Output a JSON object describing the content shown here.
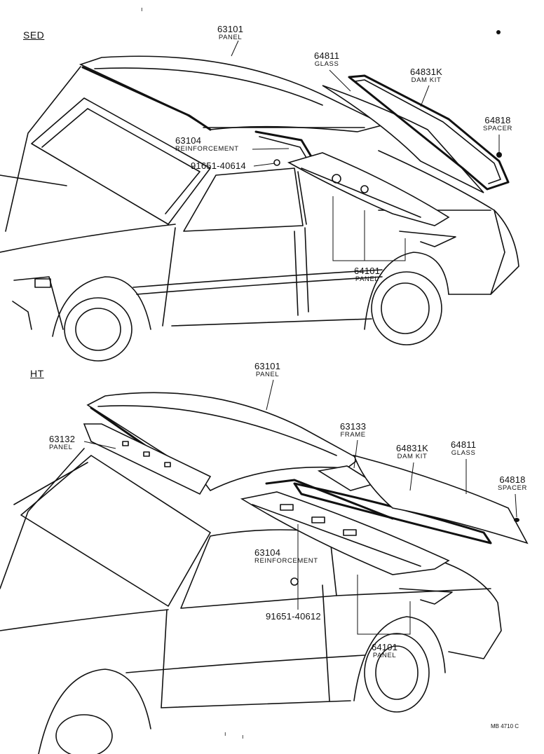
{
  "figure": {
    "top_mark": "ı",
    "bottom_marks": [
      "ı",
      "ı"
    ],
    "code": "MB 4710 C"
  },
  "sections": [
    {
      "title": "SED",
      "labels": [
        {
          "id": "sed-63101",
          "number": "63101",
          "desc": "PANEL"
        },
        {
          "id": "sed-64811",
          "number": "64811",
          "desc": "GLASS"
        },
        {
          "id": "sed-64831k",
          "number": "64831K",
          "desc": "DAM KIT"
        },
        {
          "id": "sed-64818",
          "number": "64818",
          "desc": "SPACER"
        },
        {
          "id": "sed-63104",
          "number": "63104",
          "desc": "REINFORCEMENT"
        },
        {
          "id": "sed-91651",
          "number": "91651-40614",
          "desc": ""
        },
        {
          "id": "sed-64101",
          "number": "64101",
          "desc": "PANEL"
        }
      ]
    },
    {
      "title": "HT",
      "labels": [
        {
          "id": "ht-63101",
          "number": "63101",
          "desc": "PANEL"
        },
        {
          "id": "ht-63132",
          "number": "63132",
          "desc": "PANEL"
        },
        {
          "id": "ht-63133",
          "number": "63133",
          "desc": "FRAME"
        },
        {
          "id": "ht-64831k",
          "number": "64831K",
          "desc": "DAM KIT"
        },
        {
          "id": "ht-64811",
          "number": "64811",
          "desc": "GLASS"
        },
        {
          "id": "ht-64818",
          "number": "64818",
          "desc": "SPACER"
        },
        {
          "id": "ht-63104",
          "number": "63104",
          "desc": "REINFORCEMENT"
        },
        {
          "id": "ht-91651",
          "number": "91651-40612",
          "desc": ""
        },
        {
          "id": "ht-64101",
          "number": "64101",
          "desc": "PANEL"
        }
      ]
    }
  ]
}
